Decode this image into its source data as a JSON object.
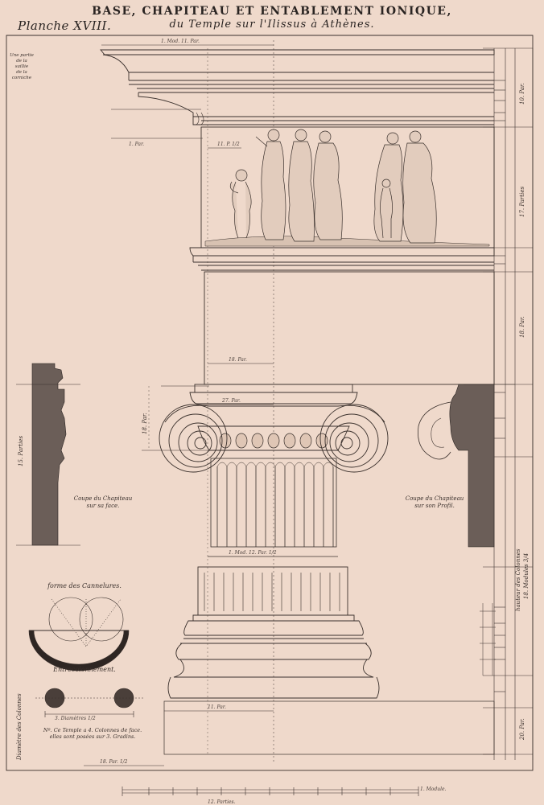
{
  "plate": {
    "title": "BASE, CHAPITEAU ET ENTABLEMENT IONIQUE,",
    "subtitle": "du Temple sur l'Ilissus à Athènes.",
    "plate_number": "Planche XVIII."
  },
  "captions": {
    "corniche_note_1": "Une partie",
    "corniche_note_2": "de la saillie",
    "corniche_note_3": "de la corniche",
    "coupe_face_1": "Coupe du Chapiteau",
    "coupe_face_2": "sur sa face.",
    "coupe_profil_1": "Coupe du Chapiteau",
    "coupe_profil_2": "sur son Profil.",
    "cannelures": "forme des Cannelures.",
    "entrecolonnement": "Entrecolonnement.",
    "diametre_colonnes": "Diamètre des Colonnes",
    "hauteur_colonnes": "hauteur des Colonnes",
    "modules": "18. Modules 3/4",
    "temple_note_1": "Nº. Ce Temple a 4. Colonnes de face.",
    "temple_note_2": "elles sont posées sur 3. Gradins.",
    "scale_left": "12. Parties.",
    "scale_right": "1. Module."
  },
  "dimensions": {
    "top_width": "1. Mod.    11. Par.",
    "cornice_proj": "1. Par.",
    "frieze_offset": "11. P. 1/2",
    "architrave_w": "18. Par.",
    "capital_w": "27. Par.",
    "shaft_w": "1. Mod.    12. Par. 1/2",
    "base_w": "11. Par.",
    "plinth_w": "18. Par. 1/2",
    "entablement_h": "10. Par.",
    "frieze_h": "17. Parties",
    "architrave_h": "18. Par.",
    "column_h": "20. Par.",
    "capital_h": "18. Par.",
    "section_h": "15. Parties",
    "diam_label": "3. Diamètres 1/2"
  }
}
